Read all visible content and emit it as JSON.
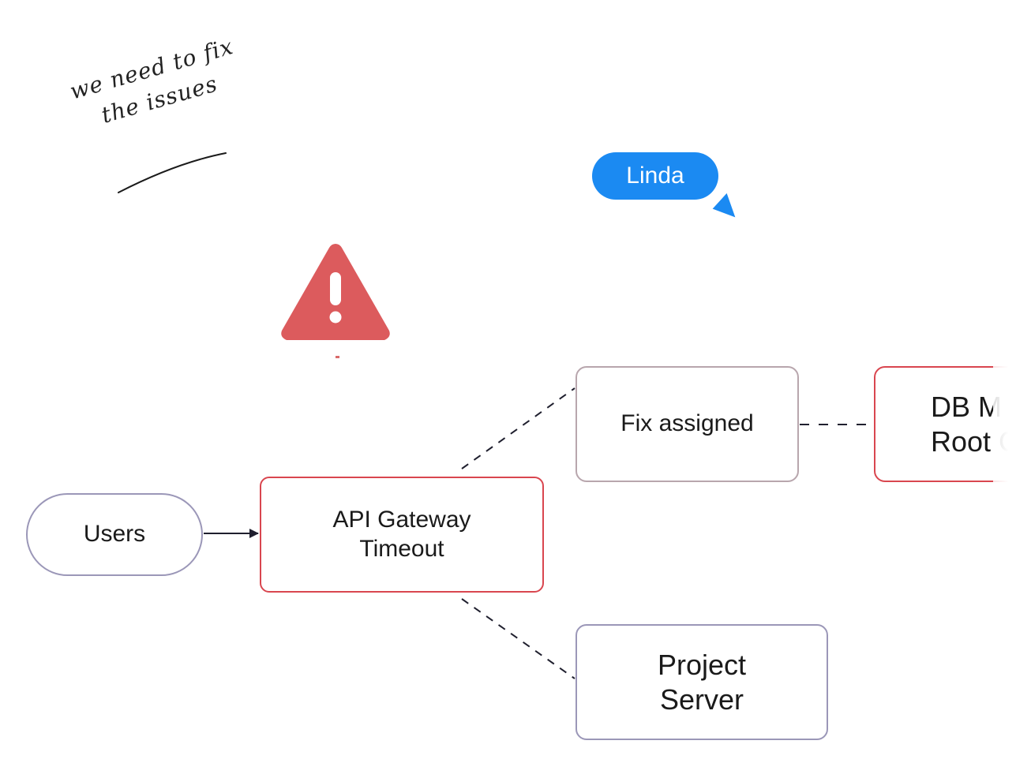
{
  "note": {
    "line1": "we need to fix",
    "line2": "the issues"
  },
  "cursor": {
    "user_name": "Linda",
    "color": "#1b8af2"
  },
  "nodes": {
    "users": {
      "label": "Users"
    },
    "api": {
      "line1": "API Gateway",
      "line2": "Timeout"
    },
    "fix": {
      "label": "Fix assigned"
    },
    "project": {
      "line1": "Project",
      "line2": "Server"
    },
    "db": {
      "line1": "DB M",
      "line2": "Root C"
    }
  },
  "icons": {
    "warning": "warning-triangle-icon",
    "warning_color": "#dc5b5d"
  },
  "colors": {
    "error_border": "#d9464f",
    "neutral_border": "#9b97b8",
    "assigned_border": "#b8a6ad",
    "connector": "#1f1f2e"
  }
}
